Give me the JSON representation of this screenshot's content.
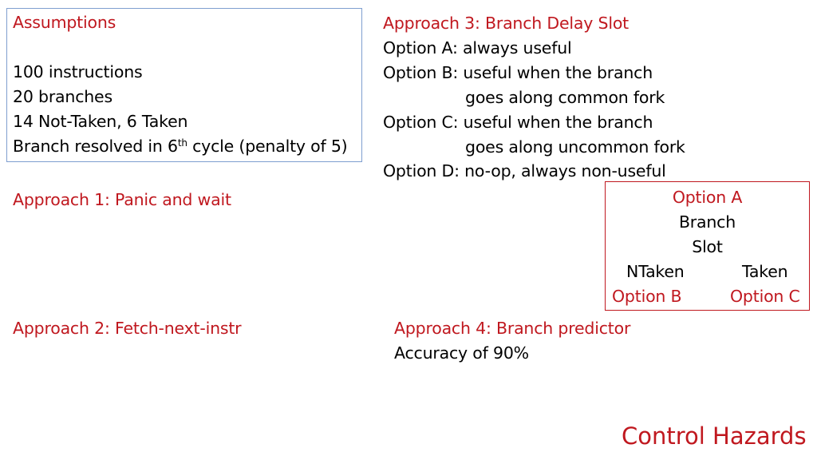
{
  "assumptions": {
    "title": "Assumptions",
    "lines": [
      "100 instructions",
      "20 branches",
      "14 Not-Taken, 6 Taken"
    ],
    "branch_line_prefix": "Branch resolved in 6",
    "branch_line_sup": "th",
    "branch_line_suffix": " cycle (penalty of 5)"
  },
  "approach1": {
    "title": "Approach 1: Panic and wait"
  },
  "approach2": {
    "title": "Approach 2: Fetch-next-instr"
  },
  "approach3": {
    "title": "Approach 3: Branch Delay Slot",
    "option_a": "Option A: always useful",
    "option_b_1": "Option B: useful when the branch",
    "option_b_2": "goes along common fork",
    "option_c_1": "Option C: useful when the branch",
    "option_c_2": "goes along uncommon fork",
    "option_d": "Option D: no-op, always non-useful"
  },
  "approach4": {
    "title": "Approach 4: Branch predictor",
    "accuracy": "Accuracy of 90%"
  },
  "option_box": {
    "option_a": "Option A",
    "branch": "Branch",
    "slot": "Slot",
    "ntaken": "NTaken",
    "taken": "Taken",
    "option_b": "Option B",
    "option_c": "Option C"
  },
  "footer": {
    "title": "Control Hazards"
  },
  "colors": {
    "accent_red": "#c0181f",
    "box_blue": "#7f9fcf"
  }
}
